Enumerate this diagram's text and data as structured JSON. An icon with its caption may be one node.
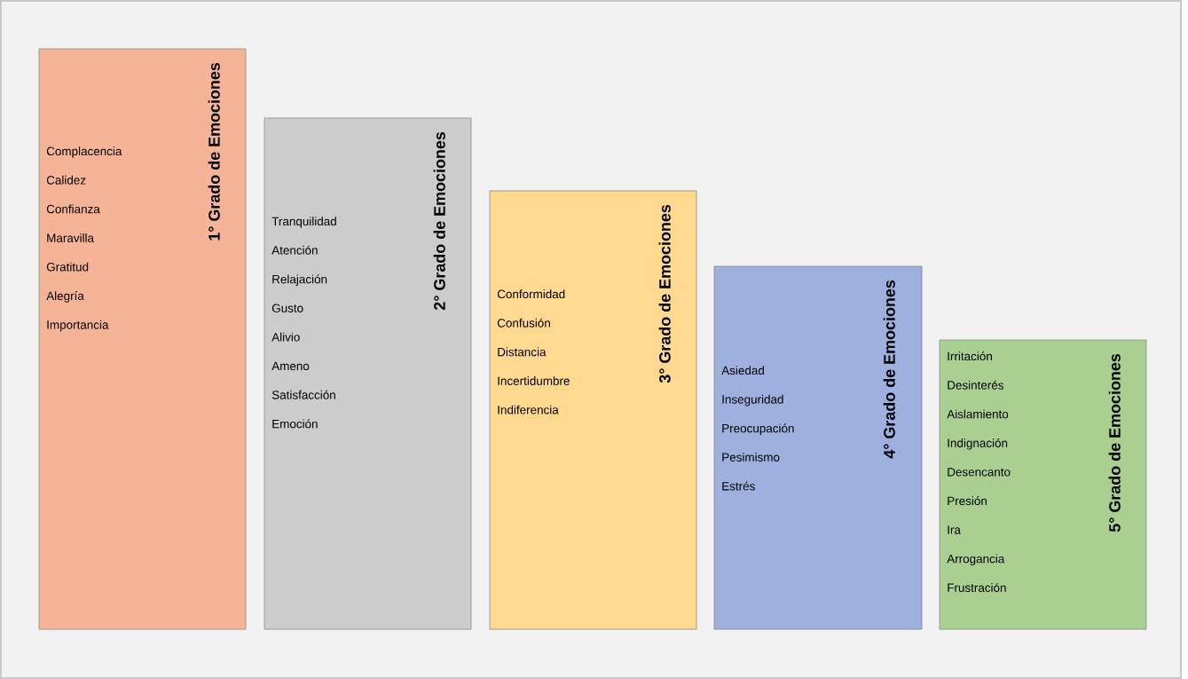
{
  "diagram": {
    "nodes": [
      {
        "text": [
          "1° Grado de Emociones",
          "Complacencia",
          "Calidez",
          "Confianza",
          "Maravilla",
          "Gratitud",
          "Alegría",
          "Importancia"
        ]
      },
      {
        "text": [
          "2° Grado de Emociones",
          "Tranquilidad",
          "Atención",
          "Relajación",
          "Gusto",
          "Alivio",
          "Ameno",
          "Satisfacción",
          "Emoción"
        ]
      },
      {
        "text": [
          "3° Grado de Emociones",
          "Conformidad",
          "Confusión",
          "Distancia",
          "Incertidumbre",
          "Indiferencia"
        ]
      },
      {
        "text": [
          "4° Grado de Emociones",
          "Asiedad",
          "Inseguridad",
          "Preocupación",
          "Pesimismo",
          "Estrés"
        ]
      },
      {
        "text": [
          "5° Grado de Emociones",
          "Irritación",
          "Desinterés",
          "Aislamiento",
          "Indignación",
          "Desencanto",
          "Presión",
          "Ira",
          "Arrogancia",
          "Frustración"
        ]
      }
    ]
  }
}
